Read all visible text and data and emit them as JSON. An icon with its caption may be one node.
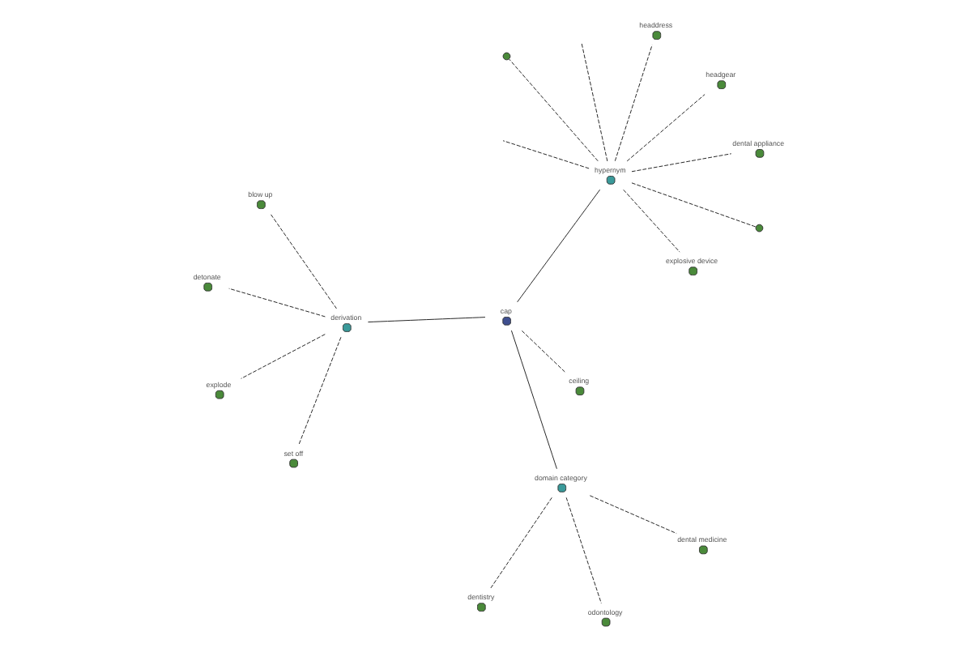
{
  "diagram": {
    "nodes": [
      {
        "text": [
          "cap"
        ]
      },
      {
        "text": [
          "hypernym"
        ]
      },
      {
        "text": [
          "domain category"
        ]
      },
      {
        "text": [
          "derivation"
        ]
      },
      {
        "text": [
          "ceiling"
        ]
      },
      {
        "text": [
          "dentistry"
        ]
      },
      {
        "text": [
          "odontology"
        ]
      },
      {
        "text": [
          "dental medicine"
        ]
      },
      {
        "text": [
          "detonate"
        ]
      },
      {
        "text": [
          "set off"
        ]
      },
      {
        "text": [
          "explode"
        ]
      },
      {
        "text": [
          "blow up"
        ]
      },
      {
        "text": [
          "dental appliance"
        ]
      },
      {
        "text": [
          "headgear"
        ]
      },
      {
        "text": [
          "headdress"
        ]
      },
      {
        "text": [
          "explosive device"
        ]
      },
      {
        "text": [],
        "shape": "circle"
      },
      {
        "text": [],
        "shape": "circle"
      }
    ],
    "edges": [
      {
        "from": 0,
        "to": 1,
        "arrow": "none"
      },
      {
        "from": 0,
        "to": 2,
        "arrow": "none"
      },
      {
        "from": 0,
        "to": 3,
        "arrow": "none"
      },
      {
        "from": 4,
        "to": 0,
        "arrow": "none",
        "style": "dashed"
      },
      {
        "from": 2,
        "to": 5,
        "arrow": "none",
        "style": "dashed"
      },
      {
        "from": 2,
        "to": 6,
        "arrow": "none",
        "style": "dashed"
      },
      {
        "from": 2,
        "to": 7,
        "arrow": "none",
        "style": "dashed"
      },
      {
        "from": 3,
        "to": 8,
        "arrow": "none",
        "style": "dashed"
      },
      {
        "from": 3,
        "to": 9,
        "arrow": "none",
        "style": "dashed"
      },
      {
        "from": 3,
        "to": 10,
        "arrow": "none",
        "style": "dashed"
      },
      {
        "from": 3,
        "to": 11,
        "arrow": "none",
        "style": "dashed"
      },
      {
        "from": 1,
        "to": 12,
        "arrow": "none",
        "style": "dashed"
      },
      {
        "from": 1,
        "to": 13,
        "arrow": "none",
        "style": "dashed"
      },
      {
        "from": 1,
        "to": 14,
        "arrow": "none",
        "style": "dashed"
      },
      {
        "from": 1,
        "to": 15,
        "arrow": "none",
        "style": "dashed"
      },
      {
        "from": 1,
        "to": 16,
        "arrow": "none",
        "style": "dashed"
      },
      {
        "from": 1,
        "to": 17,
        "arrow": "none",
        "style": "dashed"
      },
      {
        "from": 1,
        "to": null,
        "arrow": "none",
        "style": "dashed"
      },
      {
        "from": 1,
        "to": null,
        "arrow": "none",
        "style": "dashed"
      }
    ]
  }
}
